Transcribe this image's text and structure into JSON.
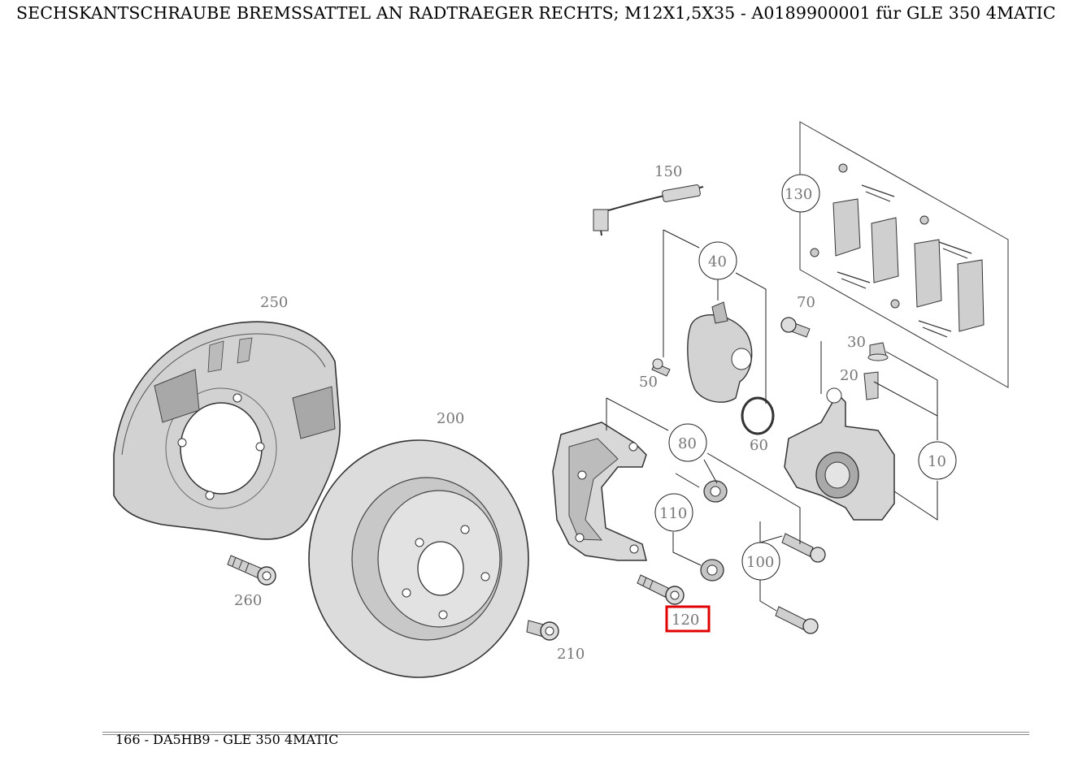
{
  "header": {
    "title": "SECHSKANTSCHRAUBE BREMSSATTEL AN RADTRAEGER RECHTS; M12X1,5X35 - A0189900001 für GLE 350  4MATIC"
  },
  "diagram": {
    "callouts": {
      "c10": "10",
      "c20": "20",
      "c30": "30",
      "c40": "40",
      "c50": "50",
      "c60": "60",
      "c70": "70",
      "c80": "80",
      "c100": "100",
      "c110": "110",
      "c120": "120",
      "c130": "130",
      "c150": "150",
      "c200": "200",
      "c210": "210",
      "c250": "250",
      "c260": "260"
    },
    "highlighted_callout": "120",
    "highlight_color": "#e00000"
  },
  "footer": {
    "text": "166 - DA5HB9 - GLE 350  4MATIC"
  }
}
